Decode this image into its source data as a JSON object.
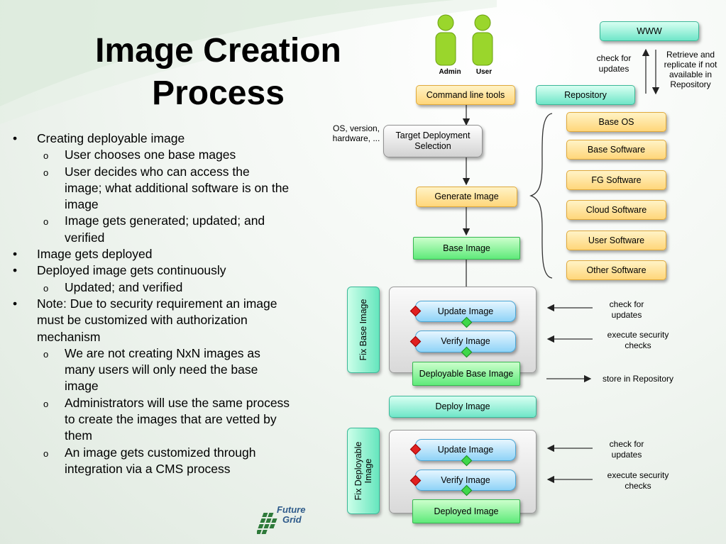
{
  "slide": {
    "title_line1": "Image Creation",
    "title_line2": "Process"
  },
  "bullets": [
    "Creating deployable image",
    "User chooses one base mages",
    "User decides who can access the image; what additional software is on the image",
    "Image gets generated; updated; and verified",
    "Image gets deployed",
    "Deployed image gets continuously",
    "Updated; and verified",
    "Note: Due to security requirement an image must be customized with authorization mechanism",
    "We are not creating NxN images as many users will only need the base image",
    "Administrators will use the same process to create the images that are vetted by them",
    "An image gets customized through integration via a CMS process"
  ],
  "diagram": {
    "admin_label": "Admin",
    "user_label": "User",
    "command_line_tools": "Command line tools",
    "www": "WWW",
    "repository": "Repository",
    "check_for_updates": "check for updates",
    "retrieve_replicate": "Retrieve and replicate if not available in Repository",
    "os_version_hardware": "OS, version, hardware, ...",
    "target_deployment_selection": "Target Deployment Selection",
    "generate_image": "Generate Image",
    "base_image": "Base Image",
    "software": [
      "Base OS",
      "Base Software",
      "FG Software",
      "Cloud Software",
      "User Software",
      "Other Software"
    ],
    "fix_base_image": "Fix Base Image",
    "update_image": "Update Image",
    "verify_image": "Verify Image",
    "deployable_base_image": "Deployable Base Image",
    "deploy_image": "Deploy Image",
    "fix_deployable_image": "Fix Deployable Image",
    "deployed_image": "Deployed Image",
    "note_check_updates": "check for updates",
    "note_execute_security": "execute security checks",
    "note_store_repository": "store in Repository"
  },
  "logo": {
    "line1": "Future",
    "line2": "Grid"
  },
  "colors": {
    "orange_box": "#ffd67a",
    "cyan_box": "#6fe6c8",
    "green_box": "#5fea7a",
    "blue_box": "#8fd3f7",
    "person_green": "#8bd41c"
  }
}
